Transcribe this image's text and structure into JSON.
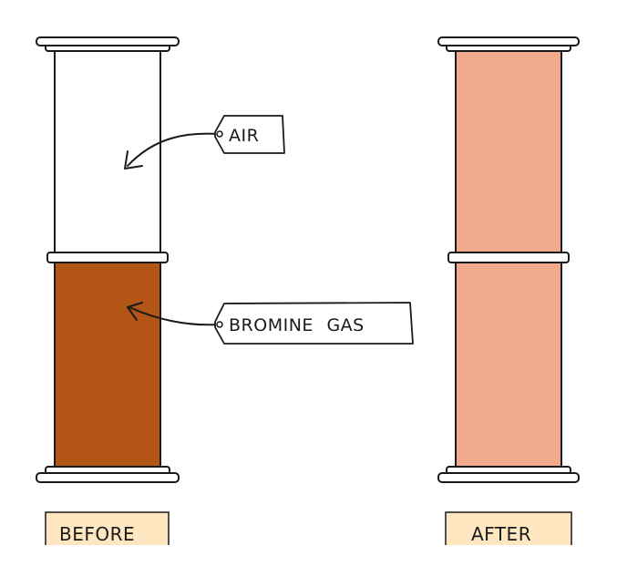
{
  "labels": {
    "air": "AIR",
    "bromine": "BROMINE GAS",
    "before": "BEFORE",
    "after": "AFTER"
  },
  "colors": {
    "bromine_brown": "#b35516",
    "mixed_peach": "#f0a98b",
    "air_fill": "#ffffff",
    "caption_bg": "#fde6c0"
  }
}
